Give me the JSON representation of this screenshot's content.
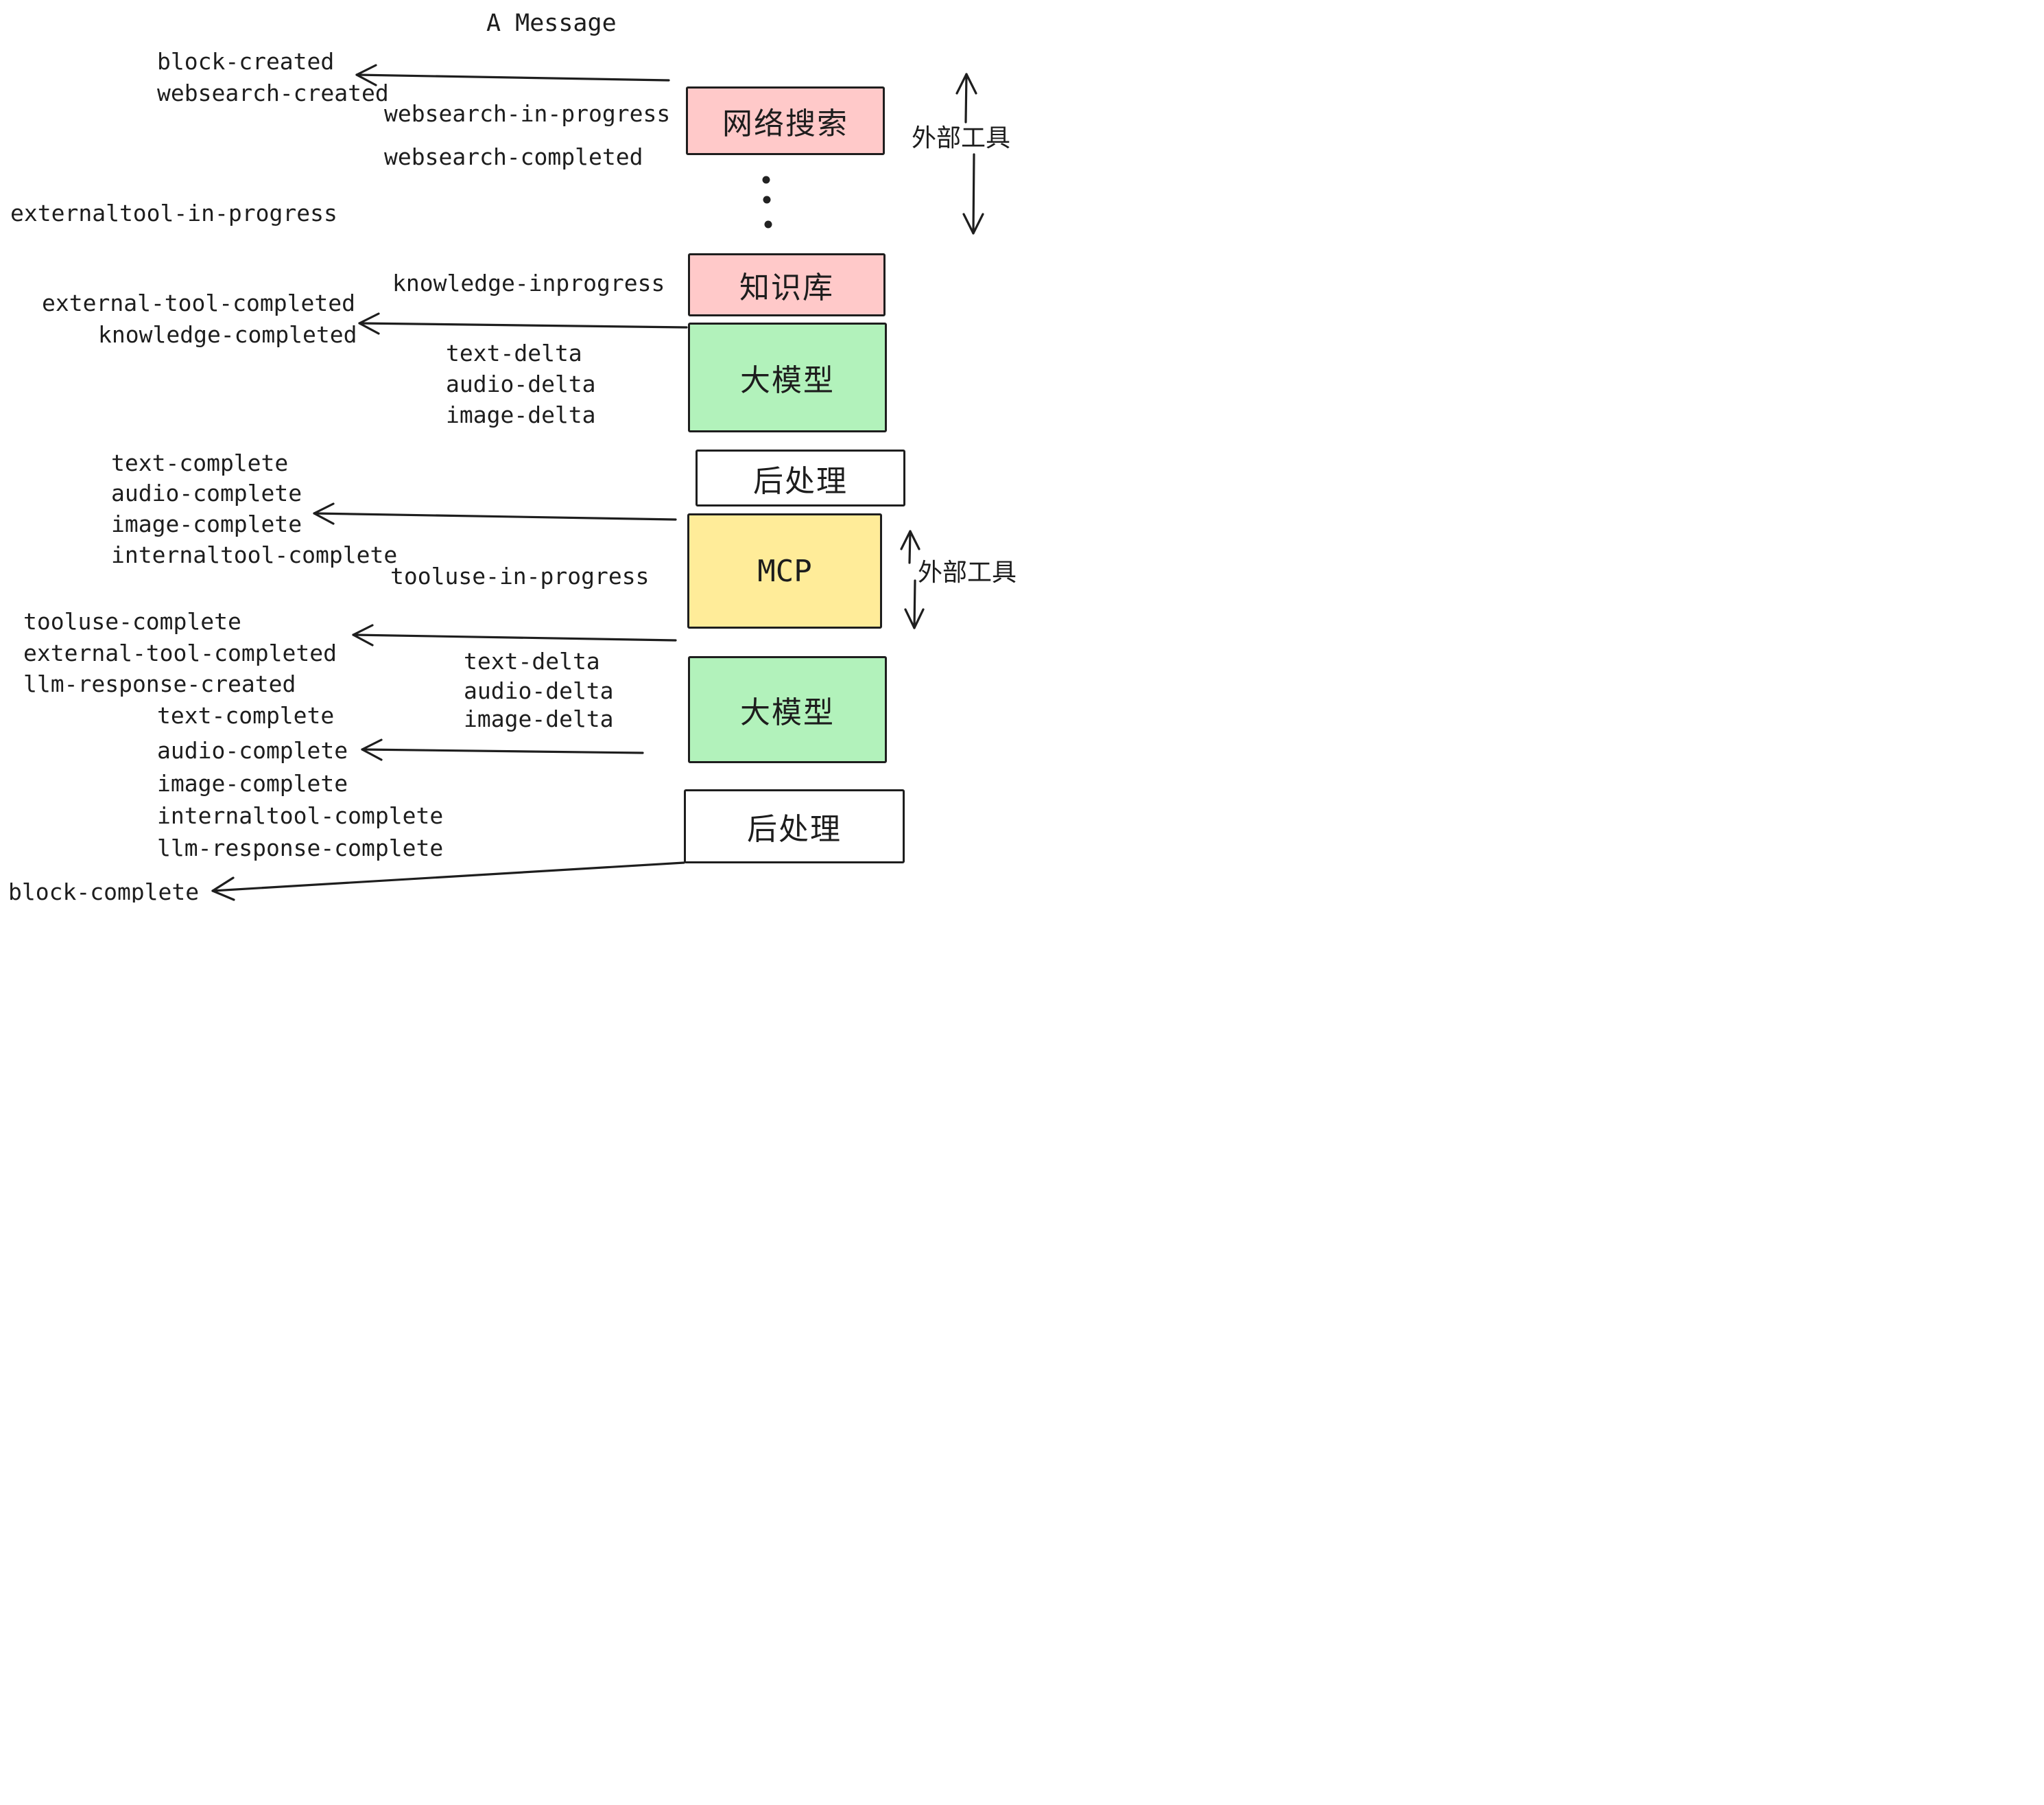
{
  "title": "A Message",
  "boxes": {
    "websearch": {
      "label": "网络搜索"
    },
    "knowledge": {
      "label": "知识库"
    },
    "llm_top": {
      "label": "大模型"
    },
    "post_top": {
      "label": "后处理"
    },
    "mcp": {
      "label": "MCP"
    },
    "llm_bottom": {
      "label": "大模型"
    },
    "post_bottom": {
      "label": "后处理"
    }
  },
  "side_labels": {
    "external_tools_top": "外部工具",
    "external_tools_mcp": "外部工具"
  },
  "events": [
    {
      "id": "block-created",
      "text": "block-created"
    },
    {
      "id": "websearch-created",
      "text": "websearch-created"
    },
    {
      "id": "websearch-in-progress",
      "text": "websearch-in-progress"
    },
    {
      "id": "websearch-completed",
      "text": "websearch-completed"
    },
    {
      "id": "externaltool-in-progress",
      "text": "externaltool-in-progress"
    },
    {
      "id": "knowledge-inprogress",
      "text": "knowledge-inprogress"
    },
    {
      "id": "external-tool-completed",
      "text": "external-tool-completed"
    },
    {
      "id": "knowledge-completed",
      "text": "knowledge-completed"
    },
    {
      "id": "text-delta-1",
      "text": "text-delta"
    },
    {
      "id": "audio-delta-1",
      "text": "audio-delta"
    },
    {
      "id": "image-delta-1",
      "text": "image-delta"
    },
    {
      "id": "text-complete-1",
      "text": "text-complete"
    },
    {
      "id": "audio-complete-1",
      "text": "audio-complete"
    },
    {
      "id": "image-complete-1",
      "text": "image-complete"
    },
    {
      "id": "internaltool-complete-1",
      "text": "internaltool-complete"
    },
    {
      "id": "tooluse-in-progress",
      "text": "tooluse-in-progress"
    },
    {
      "id": "tooluse-complete",
      "text": "tooluse-complete"
    },
    {
      "id": "external-tool-completed-2",
      "text": "external-tool-completed"
    },
    {
      "id": "llm-response-created",
      "text": "llm-response-created"
    },
    {
      "id": "text-delta-2",
      "text": "text-delta"
    },
    {
      "id": "audio-delta-2",
      "text": "audio-delta"
    },
    {
      "id": "image-delta-2",
      "text": "image-delta"
    },
    {
      "id": "text-complete-2",
      "text": "text-complete"
    },
    {
      "id": "audio-complete-2",
      "text": "audio-complete"
    },
    {
      "id": "image-complete-2",
      "text": "image-complete"
    },
    {
      "id": "internaltool-complete-2",
      "text": "internaltool-complete"
    },
    {
      "id": "llm-response-complete",
      "text": "llm-response-complete"
    },
    {
      "id": "block-complete",
      "text": "block-complete"
    }
  ],
  "colors": {
    "box_pink": "#ffc9c9",
    "box_green": "#b2f2bb",
    "box_yellow": "#ffec99",
    "box_white": "#ffffff",
    "ink": "#1d1d1d",
    "background": "#ffffff"
  }
}
